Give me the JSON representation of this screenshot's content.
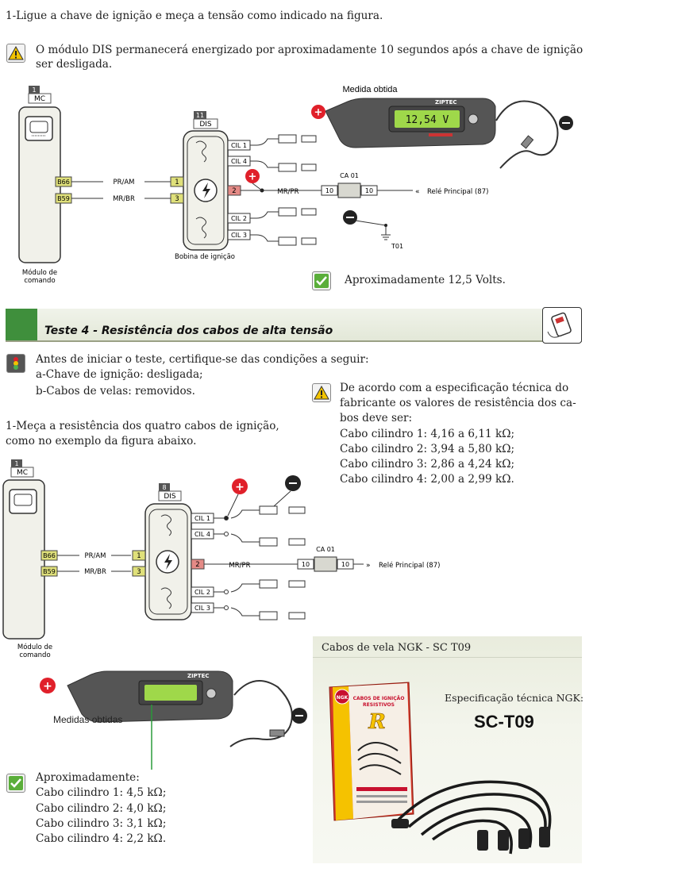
{
  "step1": {
    "instruction": "1-Ligue a chave de ignição e meça a tensão como indicado na figura.",
    "warning": "O módulo DIS permanecerá energizado por aproximadamente 10 segundos após a chave de ignição ser desligada."
  },
  "diagram1": {
    "mc_num": "1",
    "mc_label": "MC",
    "dis_num": "11",
    "dis_label": "DIS",
    "pin_b66": "B66",
    "pin_b59": "B59",
    "wire_pr_am": "PR/AM",
    "wire_mr_br": "MR/BR",
    "wire_mr_pr": "MR/PR",
    "pin1": "1",
    "pin2": "2",
    "pin3": "3",
    "cil1": "CIL 1",
    "cil2": "CIL 2",
    "cil3": "CIL 3",
    "cil4": "CIL 4",
    "ca_label": "CA 01",
    "ca_left": "10",
    "ca_right": "10",
    "rele": "Relé Principal (87)",
    "ground": "T01",
    "module_caption": "Módulo de comando",
    "coil_caption": "Bobina de ignição",
    "meter_title": "Medida obtida",
    "meter_brand": "ZIPTEC",
    "meter_reading": "12,54 V",
    "result": "Aproximadamente 12,5 Volts."
  },
  "test4": {
    "title": "Teste 4 - Resistência dos cabos de alta tensão",
    "pre_line1": "Antes de iniciar o teste, certifique-se das condições a seguir:",
    "pre_line2": "a-Chave de ignição: desligada;",
    "pre_line3": "b-Cabos de velas: removidos.",
    "step_line1": "1-Meça a resistência dos quatro cabos de ignição,",
    "step_line2": "como no exemplo da figura abaixo.",
    "spec_line1": "De acordo com a especificação técnica do",
    "spec_line2": "fabricante os valores de resistência dos ca-",
    "spec_line3": "bos deve ser:",
    "spec_values": [
      "Cabo cilindro 1:  4,16 a 6,11 kΩ;",
      "Cabo cilindro 2:  3,94 a 5,80 kΩ;",
      "Cabo cilindro 3:  2,86 a 4,24 kΩ;",
      "Cabo cilindro 4:  2,00 a 2,99 kΩ."
    ]
  },
  "diagram2": {
    "mc_num": "1",
    "mc_label": "MC",
    "dis_num": "8",
    "dis_label": "DIS",
    "pin_b66": "B66",
    "pin_b59": "B59",
    "wire_pr_am": "PR/AM",
    "wire_mr_br": "MR/BR",
    "wire_mr_pr": "MR/PR",
    "pin1": "1",
    "pin2": "2",
    "pin3": "3",
    "cil1": "CIL 1",
    "cil2": "CIL 2",
    "cil3": "CIL 3",
    "cil4": "CIL 4",
    "ca_label": "CA 01",
    "ca_left": "10",
    "ca_right": "10",
    "rele": "Relé Principal (87)",
    "module_caption": "Módulo de comando",
    "meter_title": "Medidas obtidas",
    "meter_brand": "ZIPTEC"
  },
  "result2": {
    "heading": "Aproximadamente:",
    "values": [
      "Cabo cilindro 1:  4,5 kΩ;",
      "Cabo cilindro 2:  4,0 kΩ;",
      "Cabo cilindro 3:  3,1 kΩ;",
      "Cabo cilindro 4:  2,2 kΩ."
    ]
  },
  "ngk": {
    "panel_title": "Cabos de vela NGK - SC T09",
    "spec_label": "Especificação técnica NGK:",
    "spec_code": "SC-T09",
    "box_title": "CABOS DE IGNIÇÃO RESISTIVOS",
    "brand": "NGK",
    "box_letter": "R"
  },
  "colors": {
    "green_bar": "#3f8f3c",
    "plus_red": "#e0202a",
    "connector_yellow": "#dfe07a",
    "connector_red": "#e48a86",
    "lcd_green": "#9fd84a"
  }
}
